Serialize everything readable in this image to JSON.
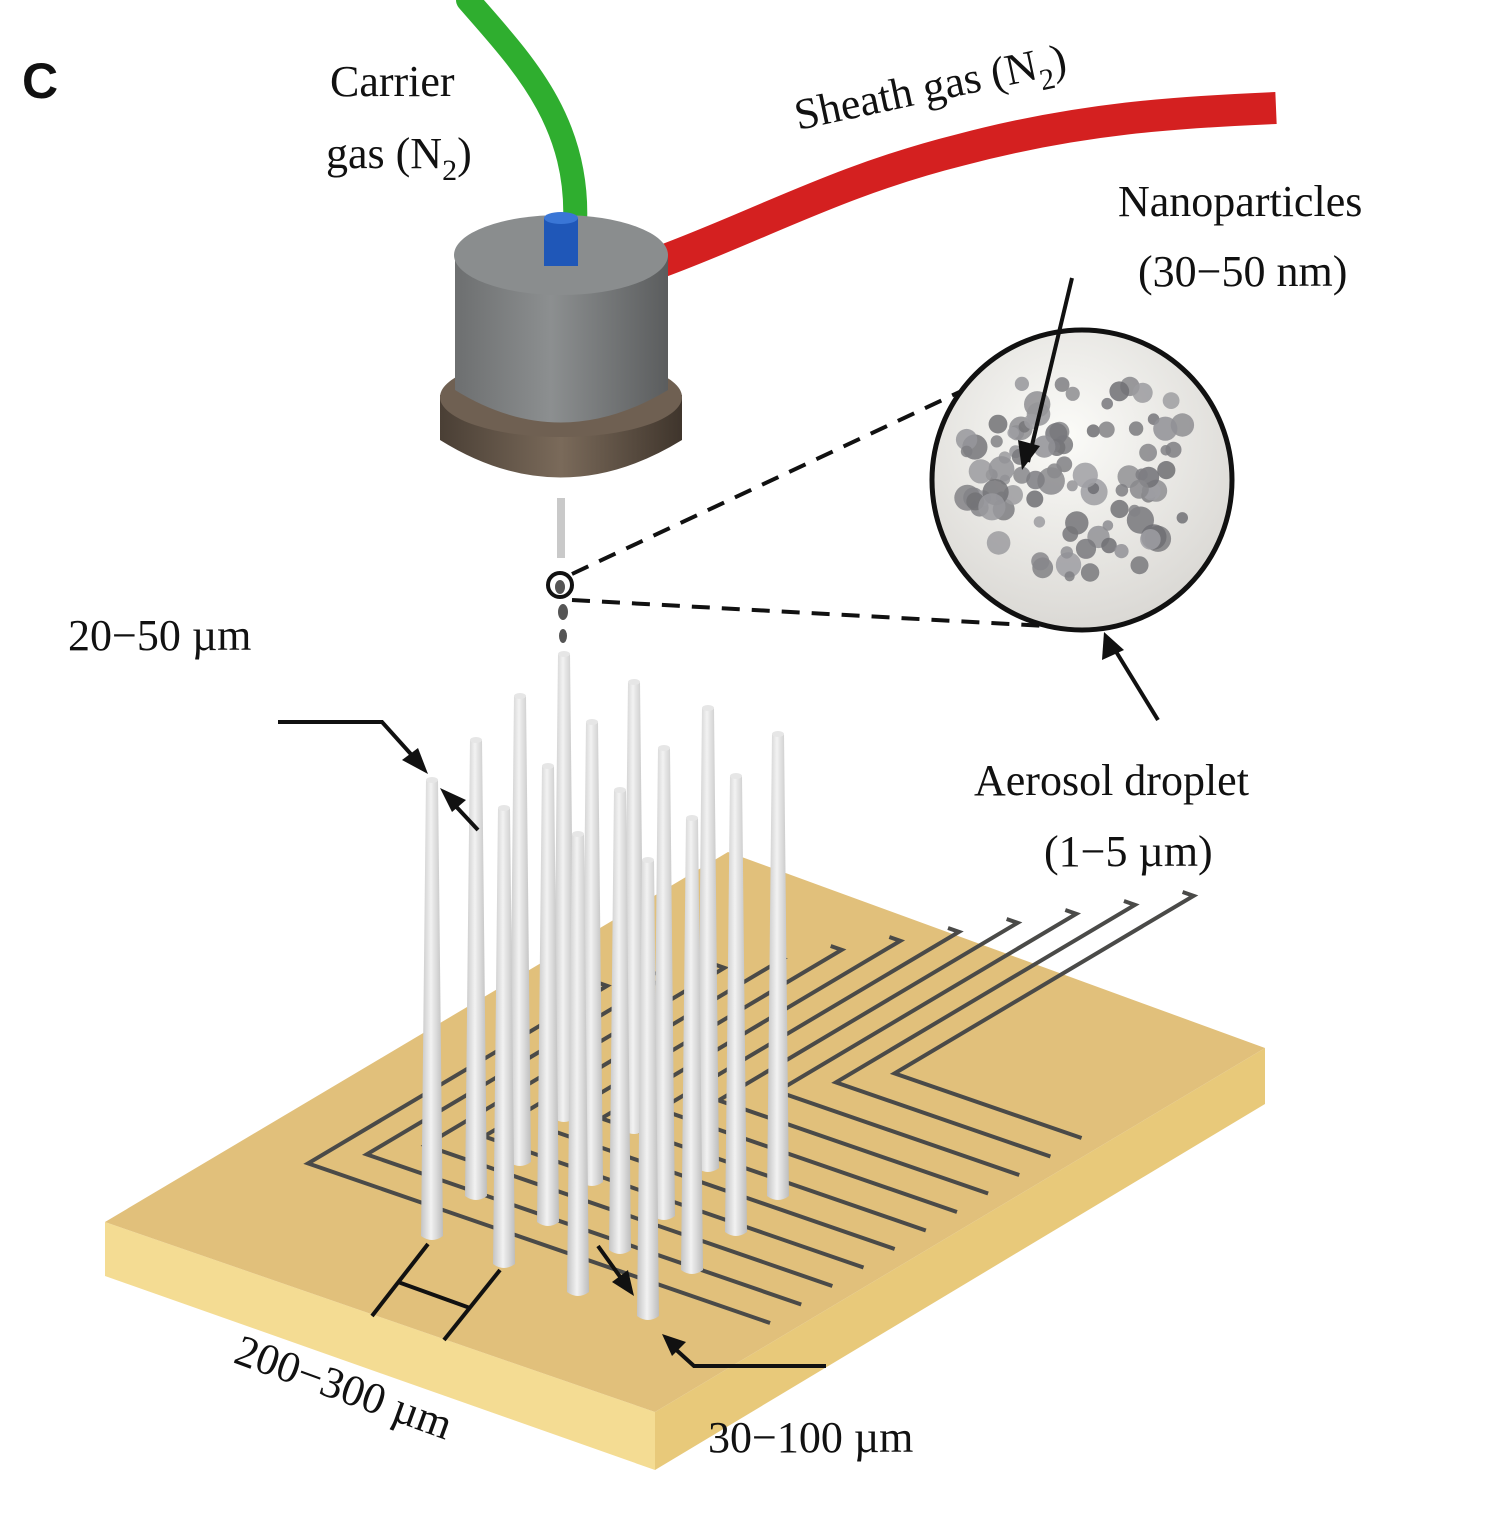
{
  "panel_letter": "C",
  "labels": {
    "carrier_line1": "Carrier",
    "carrier_line2_prefix": "gas (N",
    "carrier_sub": "2",
    "carrier_suffix": ")",
    "sheath_prefix": "Sheath gas (N",
    "sheath_sub": "2",
    "sheath_suffix": ")",
    "nano_line1": "Nanoparticles",
    "nano_line2": "(30−50 nm)",
    "aerosol_line1": "Aerosol droplet",
    "aerosol_line2": "(1−5 µm)",
    "tip_width": "20−50 µm",
    "pitch": "200−300 µm",
    "base_width": "30−100 µm"
  },
  "colors": {
    "carrier_tube": "#2fae2f",
    "sheath_tube": "#d42020",
    "nozzle_body": "#7c7f7f",
    "nozzle_ring": "#5e5044",
    "substrate_top": "#e1c07b",
    "substrate_side": "#f6e3a0",
    "pillar": "#dcdcdc",
    "droplet_fill": "#ececec",
    "particle": "#8a8a8a"
  }
}
